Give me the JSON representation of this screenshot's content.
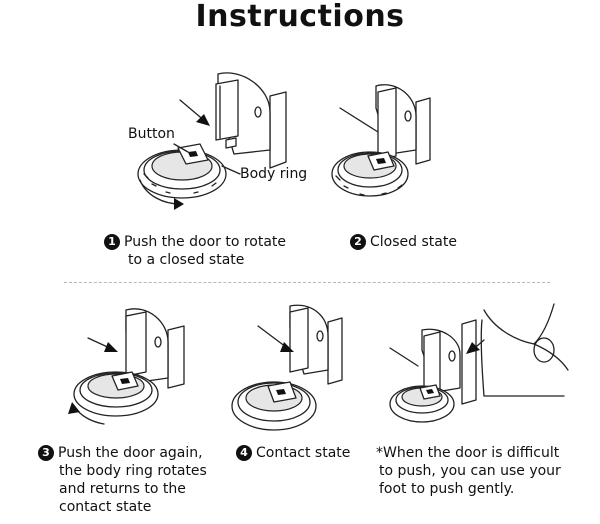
{
  "title": "Instructions",
  "labels": {
    "button": "Button",
    "body_ring": "Body ring"
  },
  "steps": [
    {
      "num": "1",
      "line1": "Push the door to rotate",
      "line2": "to a closed state"
    },
    {
      "num": "2",
      "line1": "Closed state"
    },
    {
      "num": "3",
      "line1": "Push the door again,",
      "line2": "the body ring rotates",
      "line3": "and returns to the",
      "line4": "contact state"
    },
    {
      "num": "4",
      "line1": "Contact state"
    }
  ],
  "note": {
    "line1": "*When the door is difficult",
    "line2": "to push, you can use your",
    "line3": "foot to push gently."
  }
}
